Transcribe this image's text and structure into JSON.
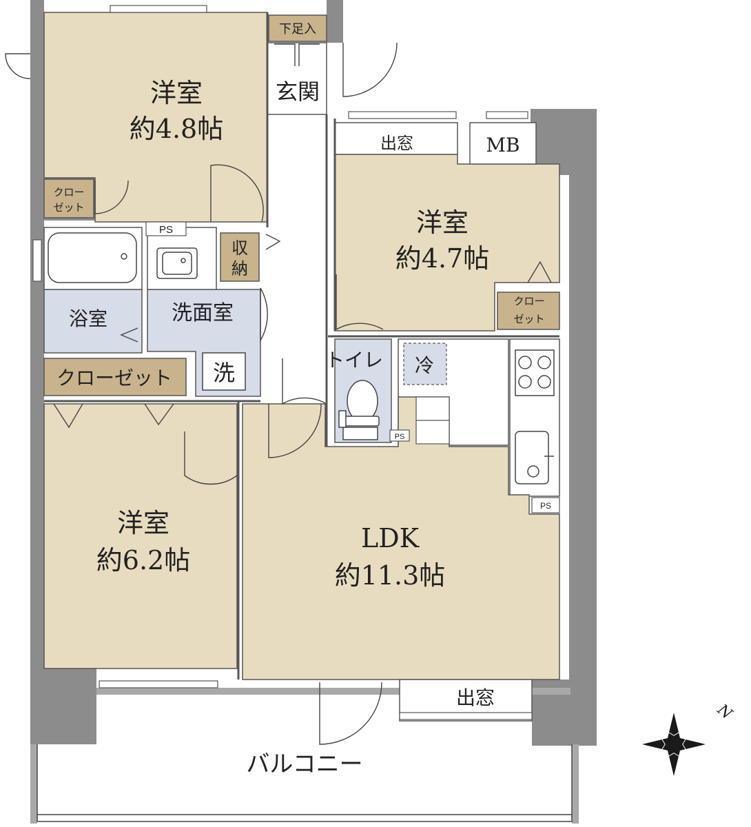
{
  "colors": {
    "room_floor": "#e8dcc0",
    "wet_area": "#d6dce8",
    "storage": "#c8b38d",
    "wall": "#8c8c8c",
    "wall_light": "#a9a9a9",
    "line": "#444444"
  },
  "rooms": {
    "western_nw": {
      "name": "洋室",
      "size": "約4.8帖"
    },
    "western_ne": {
      "name": "洋室",
      "size": "約4.7帖"
    },
    "western_sw": {
      "name": "洋室",
      "size": "約6.2帖"
    },
    "ldk": {
      "name": "LDK",
      "size": "約11.3帖"
    }
  },
  "labels": {
    "genkan": "玄関",
    "shoe_storage": "下足入",
    "bay_window_top": "出窓",
    "bay_window_bottom": "出窓",
    "mb": "MB",
    "closet_nw_1": "クロー",
    "closet_nw_2": "ゼット",
    "closet_ne_1": "クロー",
    "closet_ne_2": "ゼット",
    "ps_top": "PS",
    "ps_toilet": "PS",
    "ps_kitchen": "PS",
    "storage_1": "収",
    "storage_2": "納",
    "bathroom": "浴室",
    "washroom": "洗面室",
    "washer": "洗",
    "closet_long": "クローゼット",
    "toilet": "トイレ",
    "fridge": "冷",
    "balcony": "バルコニー",
    "north": "N"
  },
  "icons": [
    "bathtub-icon",
    "washbasin-icon",
    "toilet-icon",
    "stove-icon",
    "sink-icon",
    "compass-icon"
  ]
}
